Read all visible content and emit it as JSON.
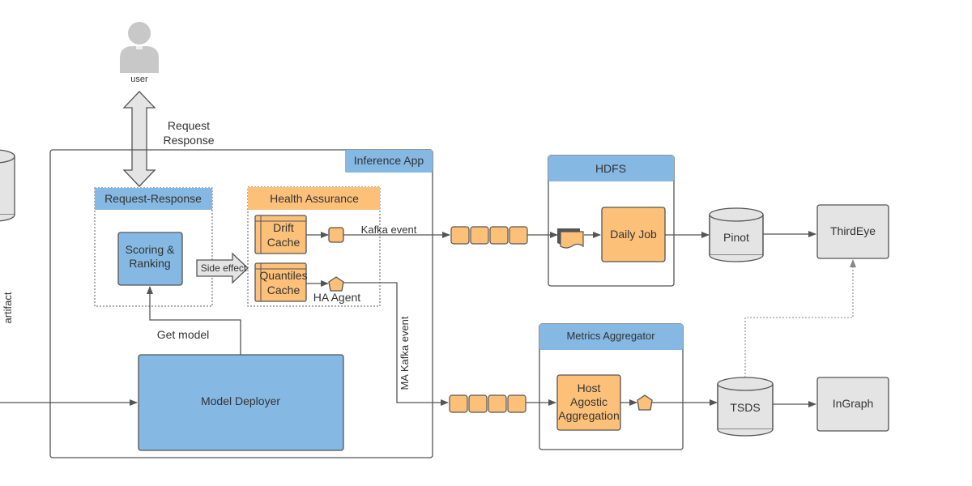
{
  "nodes": {
    "user_label": "user",
    "request_label": "Request",
    "response_label": "Response",
    "inference_app": "Inference App",
    "request_response": "Request-Response",
    "scoring_line1": "Scoring &",
    "scoring_line2": "Ranking",
    "side_effect": "Side effect",
    "health_assurance": "Health Assurance",
    "drift_line1": "Drift",
    "drift_line2": "Cache",
    "quantiles_line1": "Quantiles",
    "quantiles_line2": "Cache",
    "ha_agent": "HA Agent",
    "kafka_event": "Kafka event",
    "ma_kafka_event": "MA Kafka event",
    "get_model": "Get model",
    "model_deployer": "Model Deployer",
    "hdfs": "HDFS",
    "daily_job": "Daily Job",
    "pinot": "Pinot",
    "thirdeye": "ThirdEye",
    "metrics_aggregator": "Metrics Aggregator",
    "host_line1": "Host",
    "host_line2": "Agostic",
    "host_line3": "Aggregation",
    "tsds": "TSDS",
    "ingraph": "InGraph",
    "artifact": "artifact"
  },
  "colors": {
    "blue_fill": "#85b8e3",
    "orange_fill": "#fcc079",
    "gray_fill": "#e4e4e4",
    "stroke": "#555555"
  }
}
